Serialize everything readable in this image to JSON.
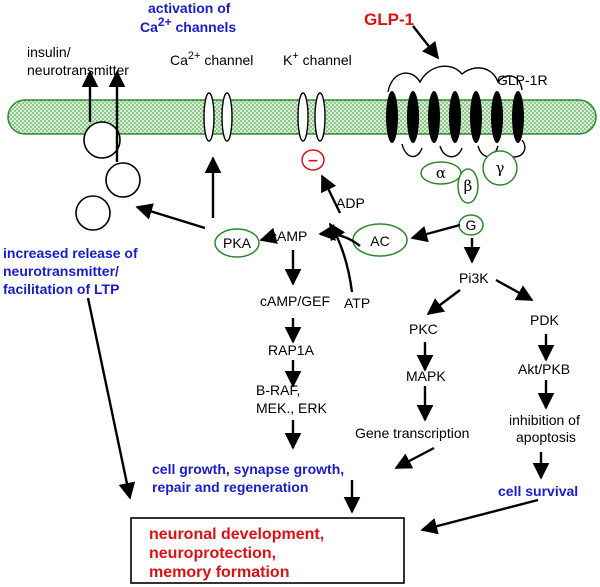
{
  "texts": {
    "activation1": "activation of",
    "activation2": "Ca",
    "activation2_sup": "2+",
    "activation2_rest": " channels",
    "glp1": "GLP-1",
    "glp1r": "GLP-1R",
    "insulin1": "insulin/",
    "insulin2": "neurotransmitter",
    "ca_channel": "Ca",
    "ca_channel_sup": "2+",
    "ca_channel_rest": " channel",
    "k_channel": "K",
    "k_channel_sup": "+",
    "k_channel_rest": " channel",
    "minus": "−",
    "adp": "ADP",
    "atp": "ATP",
    "camp": "cAMP",
    "pka": "PKA",
    "ac": "AC",
    "alpha": "α",
    "beta": "β",
    "gamma": "γ",
    "g": "G",
    "increased1": "increased  release of",
    "increased2": "neurotransmitter/",
    "increased3": "facilitation of LTP",
    "camp_gef": "cAMP/GEF",
    "rap1a": "RAP1A",
    "braf1": "B-RAF,",
    "braf2": "MEK., ERK",
    "pi3k": "Pi3K",
    "pkc": "PKC",
    "pdk": "PDK",
    "mapk": "MAPK",
    "akt": "Akt/PKB",
    "inhibition1": "inhibition of",
    "inhibition2": "apoptosis",
    "gene": "Gene transcription",
    "cellgrowth1": "cell growth, synapse growth,",
    "cellgrowth2": "repair and regeneration",
    "cellsurvival": "cell survival",
    "outcome1": "neuronal development,",
    "outcome2": "neuroprotection,",
    "outcome3": "memory formation"
  },
  "colors": {
    "membrane_fill": "#cde8c8",
    "membrane_stroke": "#2e8b2e",
    "green_stroke": "#2a8a2a",
    "blue_text": "#1a1ad0",
    "red_text": "#e01010",
    "arrow": "#000000"
  }
}
